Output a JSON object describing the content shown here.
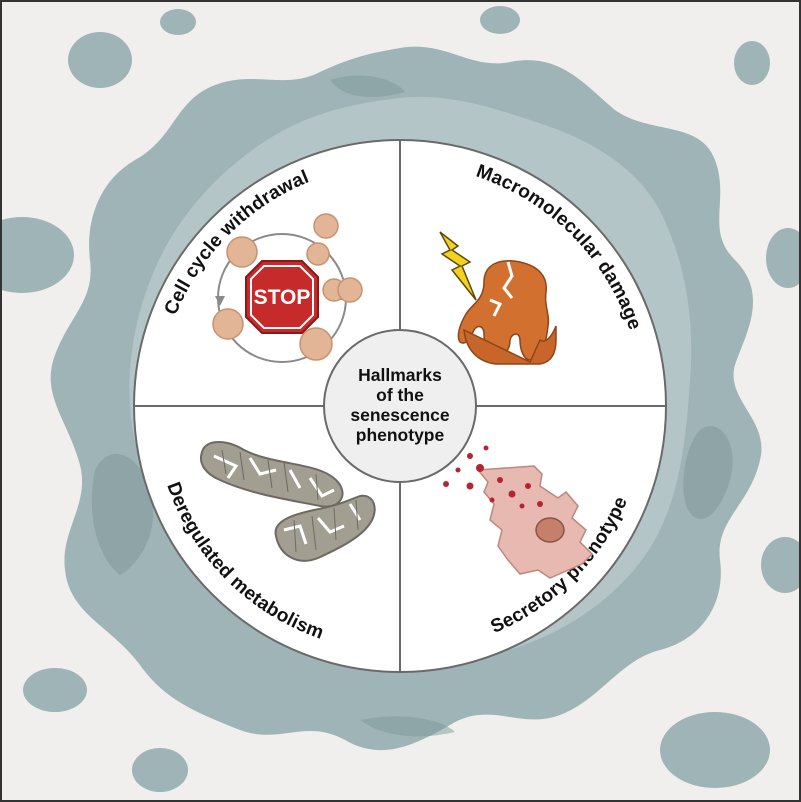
{
  "center": {
    "line1": "Hallmarks",
    "line2": "of the",
    "line3": "senescence",
    "line4": "phenotype"
  },
  "quadrants": {
    "top_left": "Cell cycle withdrawal",
    "top_right": "Macromolecular damage",
    "bottom_left": "Deregulated metabolism",
    "bottom_right": "Secretory phenotype"
  },
  "stop_sign": {
    "text": "STOP"
  },
  "colors": {
    "background": "#f1efed",
    "cell_body": "#9fb4b7",
    "cell_highlight": "#c3d1d3",
    "cell_shadow": "#7f979b",
    "disc": "#ffffff",
    "stop_red": "#c62a2a",
    "cell_peach": "#e2b596",
    "protein": "#d2712f",
    "mitochondrion": "#a39e92",
    "secretory_cell": "#e8b9b1",
    "secretion": "#b52431"
  }
}
